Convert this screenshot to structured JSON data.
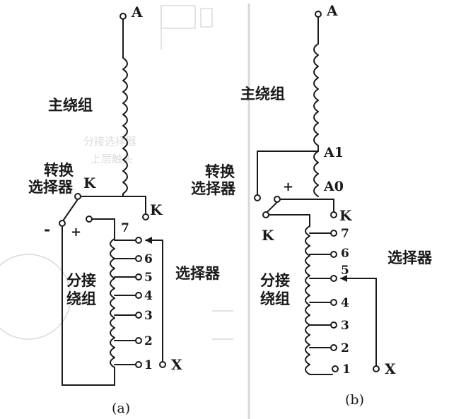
{
  "diagram_a": {
    "terminal_A": "A",
    "main_winding": "主绕组",
    "changeover_K": "K",
    "changeover_selector": [
      "转换",
      "选择器"
    ],
    "minus": "-",
    "plus": "+",
    "right_K": "K",
    "taps": [
      "7",
      "6",
      "5",
      "4",
      "3",
      "2",
      "1"
    ],
    "selector": "选择器",
    "tap_winding": [
      "分接",
      "绕组"
    ],
    "terminal_X": "X",
    "caption": "(a)"
  },
  "diagram_b": {
    "terminal_A": "A",
    "main_winding": "主绕组",
    "tap_A1": "A1",
    "tap_A0": "A0",
    "plus": "+",
    "changeover_selector": [
      "转换",
      "选择器"
    ],
    "left_K": "K",
    "right_K": "K",
    "taps": [
      "7",
      "6",
      "5",
      "4",
      "3",
      "2",
      "1"
    ],
    "selector": "选择器",
    "tap_winding": [
      "分接",
      "绕组"
    ],
    "terminal_X": "X",
    "caption": "(b)"
  },
  "background_bleed": [
    "分接选择器",
    "上层触头"
  ],
  "colors": {
    "ink": "#1a1a1a",
    "paper": "#ffffff",
    "bleed": "#d8d8d8"
  }
}
